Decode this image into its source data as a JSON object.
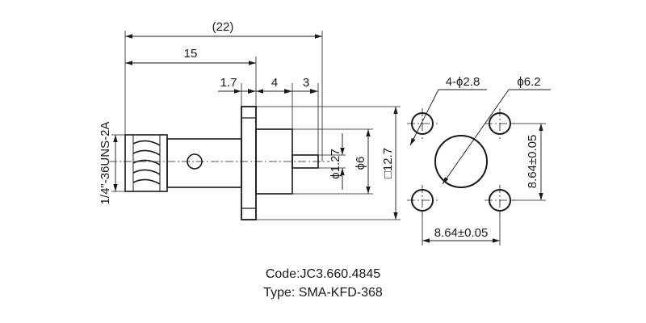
{
  "side_view": {
    "overall_length": "(22)",
    "length_15": "15",
    "dim_1_7": "1.7",
    "dim_4": "4",
    "dim_3": "3",
    "thread_spec": "1/4\"-36UNS-2A",
    "pin_dia": "ϕ1.27",
    "dielectric_dia": "ϕ6",
    "flange_square": "□12.7"
  },
  "front_view": {
    "holes": "4-ϕ2.8",
    "center_dia": "ϕ6.2",
    "horizontal_spacing": "8.64±0.05",
    "vertical_spacing": "8.64±0.05"
  },
  "caption": {
    "code": "Code:JC3.660.4845",
    "type": "Type: SMA-KFD-368"
  }
}
